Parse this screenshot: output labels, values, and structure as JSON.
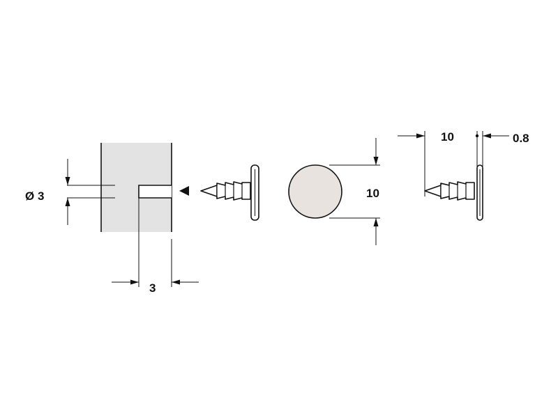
{
  "dimensions": {
    "hole_diameter": "Ø 3",
    "hole_depth": "3",
    "head_diameter": "10",
    "screw_length": "10",
    "head_thickness": "0.8"
  },
  "colors": {
    "line": "#111111",
    "panel_fill": "#e3e3e3",
    "head_fill": "#e8e3df",
    "background": "#ffffff"
  }
}
